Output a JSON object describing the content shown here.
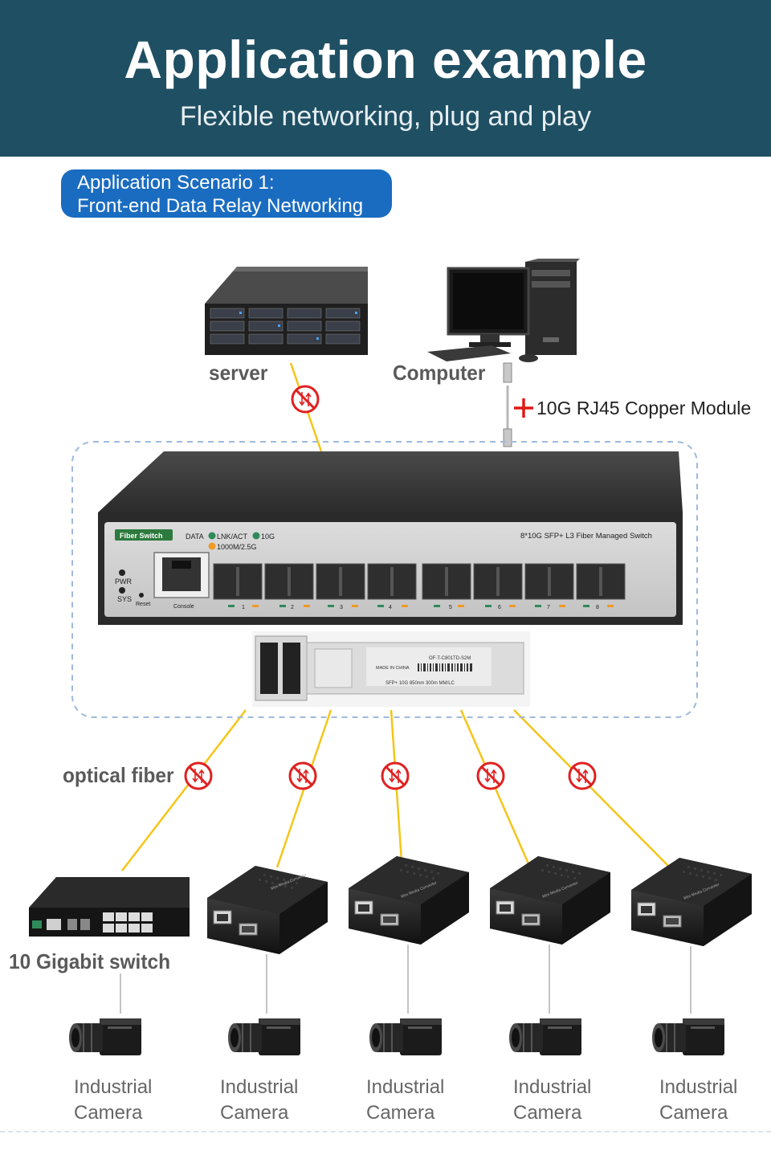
{
  "header": {
    "title": "Application example",
    "subtitle": "Flexible networking, plug and play"
  },
  "scenario": {
    "line1": "Application Scenario 1:",
    "line2": "Front-end Data Relay Networking"
  },
  "devices": {
    "server": "server",
    "computer": "Computer",
    "module": "10G RJ45 Copper Module",
    "fiber": "optical fiber",
    "switch10g": "10 Gigabit switch"
  },
  "main_switch": {
    "badge": "Fiber Switch",
    "legend_data": "DATA",
    "legend_lnk": "LNK/ACT",
    "legend_10g": "10G",
    "legend_1000": "1000M/2.5G",
    "model": "8*10G SFP+ L3 Fiber Managed Switch",
    "pwr": "PWR",
    "sys": "SYS",
    "reset": "Reset",
    "console": "Console",
    "ports": [
      "1",
      "2",
      "3",
      "4",
      "5",
      "6",
      "7",
      "8"
    ]
  },
  "sfp_module": {
    "part": "OF-T-C801TD-S2M",
    "made": "MADE IN CHINA",
    "spec": "SFP+ 10G 850nm 300m MM/LC"
  },
  "media_converter_label": "Mini Media Converter",
  "cameras": [
    {
      "line1": "Industrial",
      "line2": "Camera"
    },
    {
      "line1": "Industrial",
      "line2": "Camera"
    },
    {
      "line1": "Industrial",
      "line2": "Camera"
    },
    {
      "line1": "Industrial",
      "line2": "Camera"
    },
    {
      "line1": "Industrial",
      "line2": "Camera"
    }
  ],
  "colors": {
    "header_bg": "#1f4f63",
    "scenario_bg": "#1a6cc0",
    "fiber": "#f5c518",
    "no_symbol": "#e02020",
    "dashed_box": "#9fb9dc"
  }
}
